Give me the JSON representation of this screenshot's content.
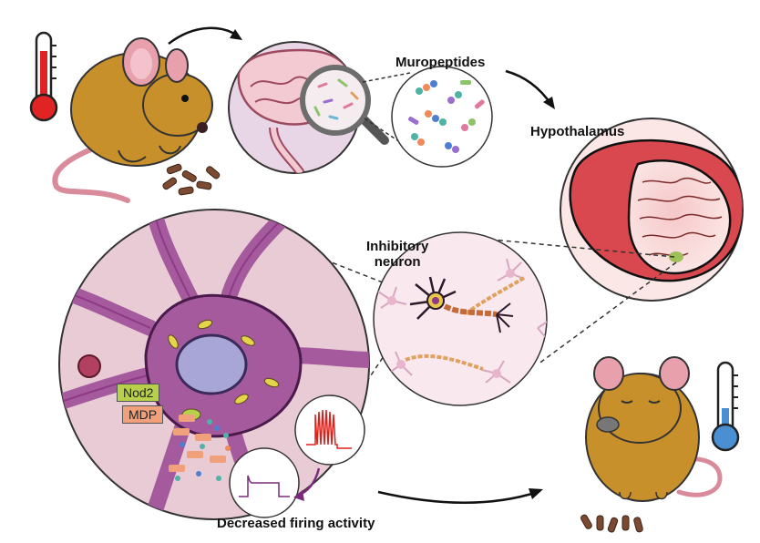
{
  "labels": {
    "muropeptides": "Muropeptides",
    "hypothalamus": "Hypothalamus",
    "inhibitory_neuron_line1": "Inhibitory",
    "inhibitory_neuron_line2": "neuron",
    "nod2": "Nod2",
    "mdp": "MDP",
    "decreased_firing": "Decreased firing activity"
  },
  "colors": {
    "mouse_fur": "#c8902a",
    "gut_pink": "#f3c9d2",
    "neuron_purple": "#8e3a86",
    "brain_red": "#d9484f",
    "thermo_hot": "#e02424",
    "thermo_cold": "#4a8fd1",
    "trace_red": "#e0201a",
    "trace_purple": "#7a2a7a",
    "nod2_tag": "#b7cf4a",
    "mdp_tag": "#f0a07a"
  }
}
